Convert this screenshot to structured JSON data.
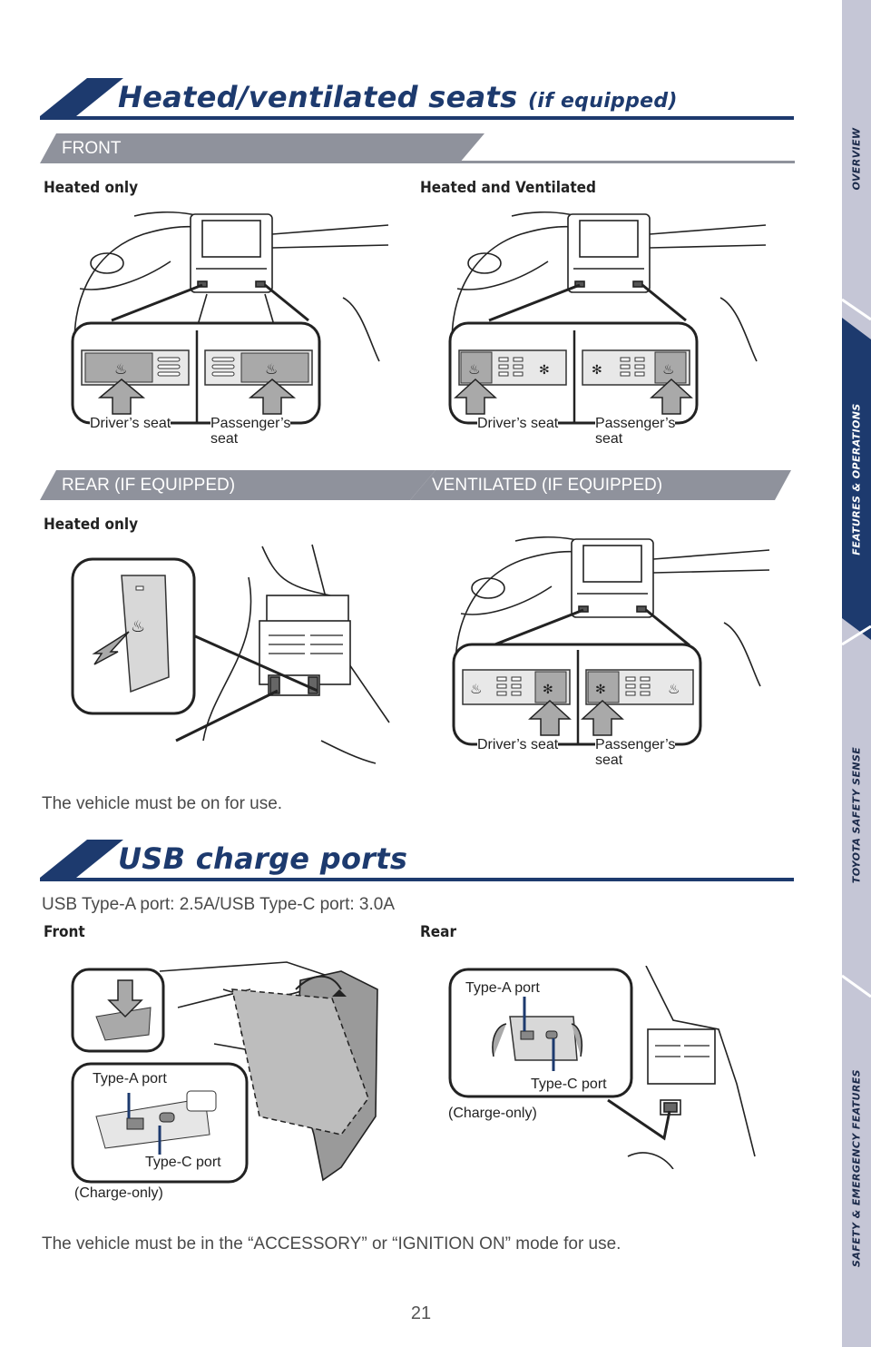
{
  "sidebar": {
    "tabs": [
      {
        "label": "OVERVIEW",
        "active": false
      },
      {
        "label": "FEATURES & OPERATIONS",
        "active": true
      },
      {
        "label": "TOYOTA SAFETY SENSE",
        "active": false
      },
      {
        "label": "SAFETY & EMERGENCY FEATURES",
        "active": false
      }
    ]
  },
  "heated_seats": {
    "title": "Heated/ventilated seats",
    "title_suffix": "(if equipped)",
    "front_banner": "FRONT",
    "front_heated_only_label": "Heated only",
    "front_heated_vent_label": "Heated and Ventilated",
    "drivers_seat": "Driver’s seat",
    "passengers_seat_line1": "Passenger’s",
    "passengers_seat_line2": "seat",
    "rear_banner": "REAR (IF EQUIPPED)",
    "ventilated_banner": "VENTILATED (IF EQUIPPED)",
    "rear_heated_only_label": "Heated only",
    "note": "The vehicle must be on for use."
  },
  "usb": {
    "title": "USB charge ports",
    "spec": "USB Type-A port: 2.5A/USB Type-C port: 3.0A",
    "front_label": "Front",
    "rear_label": "Rear",
    "type_a": "Type-A port",
    "type_c": "Type-C port",
    "charge_only": "(Charge-only)",
    "note": "The vehicle must be in the “ACCESSORY” or “IGNITION ON” mode for use."
  },
  "page_number": "21",
  "colors": {
    "navy": "#1d3a6e",
    "sidebar": "#c5c6d6",
    "banner_grey": "#8f929c",
    "button_grey": "#a9a9a9"
  }
}
